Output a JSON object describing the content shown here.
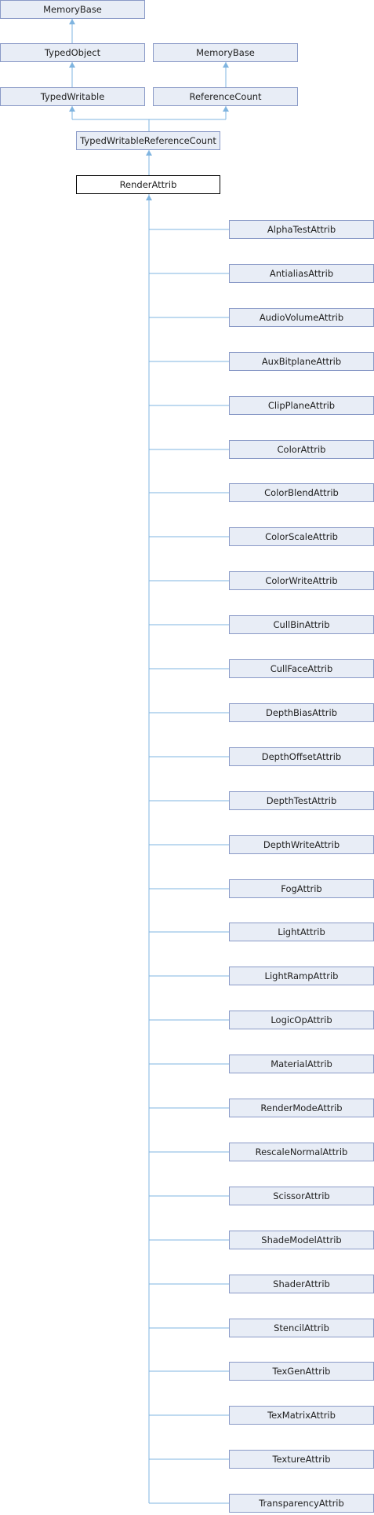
{
  "diagram": {
    "colors": {
      "edge": "#7fb4e0",
      "node_fill": "#e8edf6",
      "node_border": "#8a9ac7",
      "current_border": "#000000"
    },
    "top": {
      "memorybase_1": "MemoryBase",
      "typedobject": "TypedObject",
      "memorybase_2": "MemoryBase",
      "typedwritable": "TypedWritable",
      "referencecount": "ReferenceCount",
      "twrc": "TypedWritableReferenceCount",
      "renderattrib": "RenderAttrib"
    },
    "children": [
      "AlphaTestAttrib",
      "AntialiasAttrib",
      "AudioVolumeAttrib",
      "AuxBitplaneAttrib",
      "ClipPlaneAttrib",
      "ColorAttrib",
      "ColorBlendAttrib",
      "ColorScaleAttrib",
      "ColorWriteAttrib",
      "CullBinAttrib",
      "CullFaceAttrib",
      "DepthBiasAttrib",
      "DepthOffsetAttrib",
      "DepthTestAttrib",
      "DepthWriteAttrib",
      "FogAttrib",
      "LightAttrib",
      "LightRampAttrib",
      "LogicOpAttrib",
      "MaterialAttrib",
      "RenderModeAttrib",
      "RescaleNormalAttrib",
      "ScissorAttrib",
      "ShadeModelAttrib",
      "ShaderAttrib",
      "StencilAttrib",
      "TexGenAttrib",
      "TexMatrixAttrib",
      "TextureAttrib",
      "TransparencyAttrib"
    ]
  }
}
